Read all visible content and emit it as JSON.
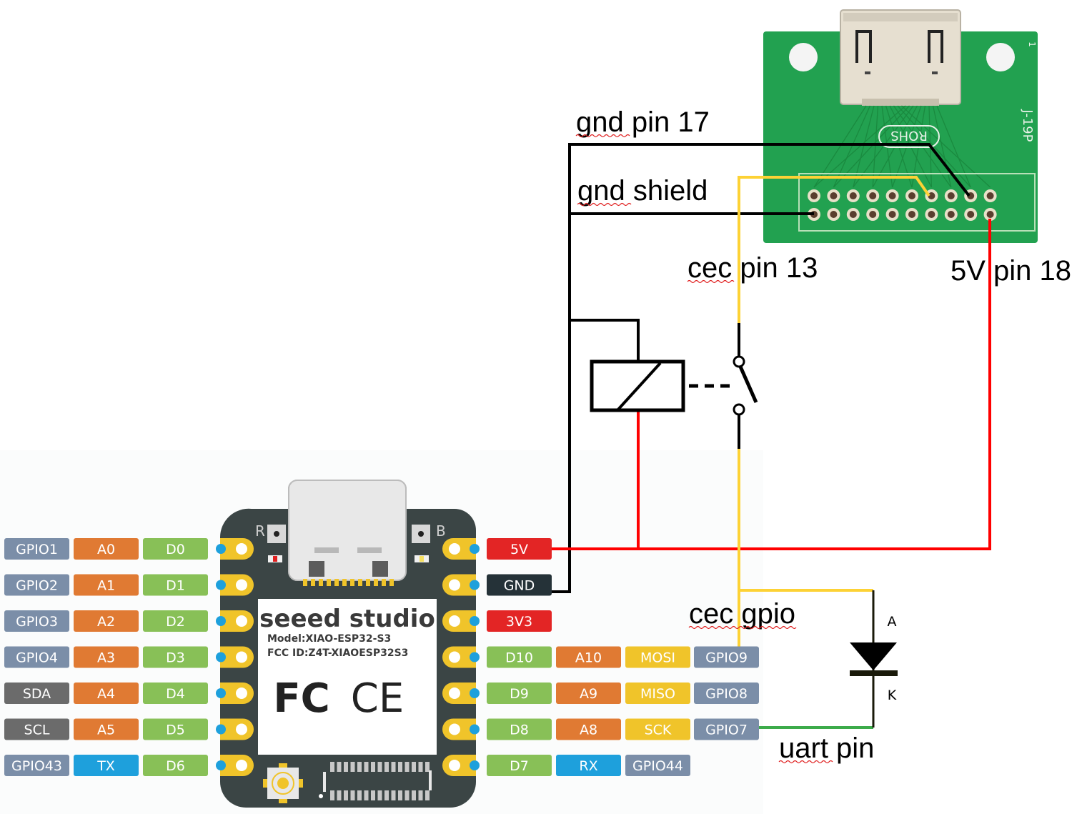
{
  "title": "XIAO ESP32-S3 HDMI CEC relay wiring diagram",
  "colors": {
    "gpio": "#7b8ea8",
    "analog": "#e07a33",
    "digital": "#88c057",
    "i2c": "#6b6b6b",
    "uart": "#1ea0dc",
    "spi": "#f0c42a",
    "power": "#e32525",
    "ground": "#253238",
    "wire_5v": "#ff0000",
    "wire_gnd": "#000000",
    "wire_cec": "#fdd235",
    "wire_uart": "#3cab4a",
    "board": "#3b4545",
    "pad": "#f0c42a",
    "hdmi_pcb": "#22a150"
  },
  "annotations": {
    "gnd_pin17": "gnd pin 17",
    "gnd_shield": "gnd shield",
    "cec_pin13": "cec pin 13",
    "v5_pin18": "5V pin 18",
    "cec_gpio": "cec gpio",
    "uart_pin": "uart pin"
  },
  "diode": {
    "anode": "A",
    "cathode": "K"
  },
  "board": {
    "brand": "seeed studio",
    "model": "Model:XIAO-ESP32-S3",
    "fcc_id": "FCC ID:Z4T-XIAOESP32S3",
    "fcc_mark": "FC",
    "ce_mark": "CE",
    "reset_label": "R",
    "boot_label": "B"
  },
  "hdmi_board": {
    "silk_rohs": "ROHS",
    "silk_part": "J-19P",
    "silk_one": "1"
  },
  "left_pins": [
    {
      "gpio": "GPIO1",
      "alt": "A0",
      "d": "D0",
      "gpio_type": "gpio",
      "alt_type": "analog"
    },
    {
      "gpio": "GPIO2",
      "alt": "A1",
      "d": "D1",
      "gpio_type": "gpio",
      "alt_type": "analog"
    },
    {
      "gpio": "GPIO3",
      "alt": "A2",
      "d": "D2",
      "gpio_type": "gpio",
      "alt_type": "analog"
    },
    {
      "gpio": "GPIO4",
      "alt": "A3",
      "d": "D3",
      "gpio_type": "gpio",
      "alt_type": "analog"
    },
    {
      "gpio": "SDA",
      "alt": "A4",
      "d": "D4",
      "gpio_type": "i2c",
      "alt_type": "analog"
    },
    {
      "gpio": "SCL",
      "alt": "A5",
      "d": "D5",
      "gpio_type": "i2c",
      "alt_type": "analog"
    },
    {
      "gpio": "GPIO43",
      "alt": "TX",
      "d": "D6",
      "gpio_type": "gpio",
      "alt_type": "uart"
    }
  ],
  "right_pins": [
    {
      "labels": [
        "5V"
      ],
      "types": [
        "power"
      ]
    },
    {
      "labels": [
        "GND"
      ],
      "types": [
        "ground"
      ]
    },
    {
      "labels": [
        "3V3"
      ],
      "types": [
        "power"
      ]
    },
    {
      "labels": [
        "D10",
        "A10",
        "MOSI",
        "GPIO9"
      ],
      "types": [
        "digital",
        "analog",
        "spi",
        "gpio"
      ]
    },
    {
      "labels": [
        "D9",
        "A9",
        "MISO",
        "GPIO8"
      ],
      "types": [
        "digital",
        "analog",
        "spi",
        "gpio"
      ]
    },
    {
      "labels": [
        "D8",
        "A8",
        "SCK",
        "GPIO7"
      ],
      "types": [
        "digital",
        "analog",
        "spi",
        "gpio"
      ]
    },
    {
      "labels": [
        "D7",
        "RX",
        "GPIO44"
      ],
      "types": [
        "digital",
        "uart",
        "gpio"
      ]
    }
  ]
}
